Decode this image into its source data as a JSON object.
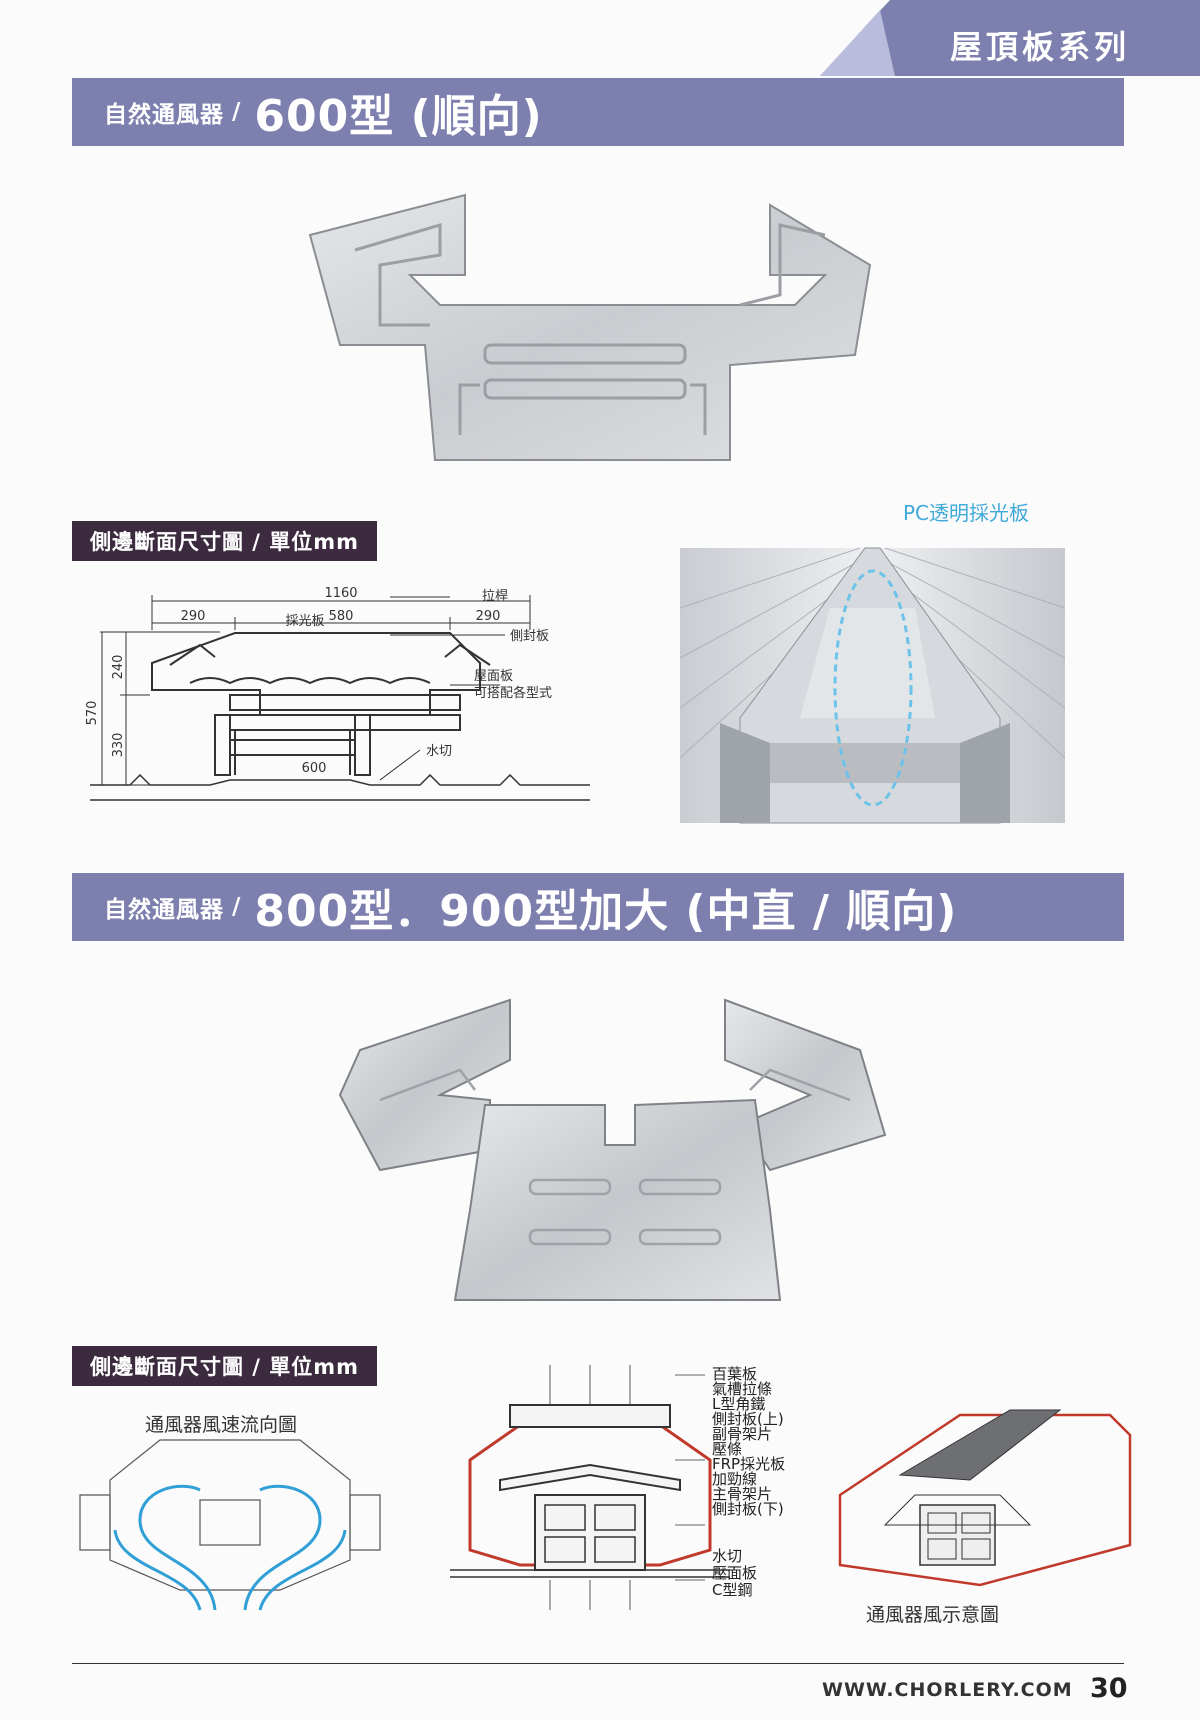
{
  "series_tag": "屋頂板系列",
  "section1": {
    "prefix": "自然通風器",
    "slash": "/",
    "model": "600型 (順向)",
    "subtitle": "側邊斷面尺寸圖 / 單位mm",
    "dims": {
      "total": "1160",
      "left": "290",
      "mid": "580",
      "right": "290",
      "h_total": "570",
      "h_top": "240",
      "h_bottom": "330",
      "base": "600"
    },
    "labels": {
      "pull_rod": "拉桿",
      "lighting_board": "採光板",
      "side_seal": "側封板",
      "roof_panel": "屋面板",
      "compatible": "可搭配各型式",
      "water_cut": "水切"
    },
    "photo_caption": "PC透明採光板"
  },
  "section2": {
    "prefix": "自然通風器",
    "slash": "/",
    "model": "800型．900型加大 (中直 / 順向)",
    "subtitle": "側邊斷面尺寸圖 / 單位mm",
    "airflow_title": "通風器風速流向圖",
    "parts": [
      "百葉板",
      "氣槽拉條",
      "L型角鐵",
      "側封板(上)",
      "副骨架片",
      "壓條",
      "FRP採光板",
      "加勁線",
      "主骨架片",
      "側封板(下)"
    ],
    "parts_bottom": [
      "水切",
      "壓面板",
      "C型鋼"
    ],
    "diagram_caption": "通風器風示意圖"
  },
  "footer": {
    "website": "WWW.CHORLERY.COM",
    "page": "30"
  },
  "colors": {
    "band": "#7d7fae",
    "sub_band": "#3c2a3f",
    "tag_triangle": "#b9bcdc",
    "caption_blue": "#3fa9d9",
    "red_outline": "#c0392b"
  }
}
